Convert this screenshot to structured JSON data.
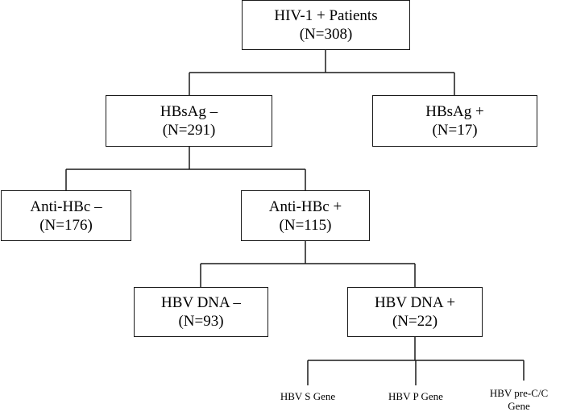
{
  "nodes": {
    "root": {
      "title": "HIV-1 + Patients",
      "count": "(N=308)"
    },
    "hbsag_neg": {
      "title": "HBsAg –",
      "count": "(N=291)"
    },
    "hbsag_pos": {
      "title": "HBsAg +",
      "count": "(N=17)"
    },
    "antihbc_neg": {
      "title": "Anti-HBc –",
      "count": "(N=176)"
    },
    "antihbc_pos": {
      "title": "Anti-HBc +",
      "count": "(N=115)"
    },
    "dna_neg": {
      "title": "HBV DNA –",
      "count": "(N=93)"
    },
    "dna_pos": {
      "title": "HBV DNA +",
      "count": "(N=22)"
    }
  },
  "genes": {
    "s": "HBV S Gene",
    "p": "HBV P Gene",
    "prec_1": "HBV pre-C/C",
    "prec_2": "Gene"
  }
}
